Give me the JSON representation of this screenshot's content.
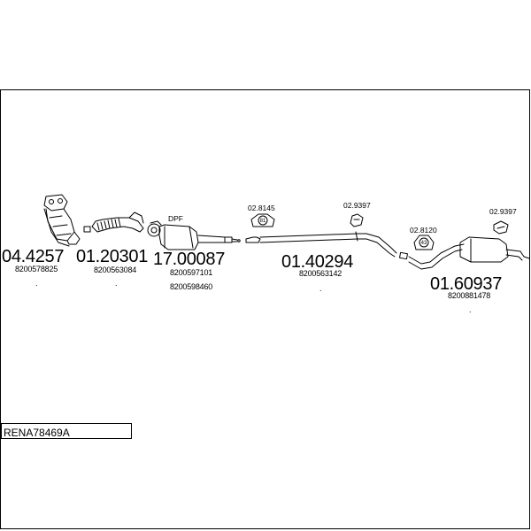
{
  "diagram_id": "RENA78469A",
  "parts": [
    {
      "number": "04.4257",
      "oem": [
        "8200578825"
      ]
    },
    {
      "number": "01.20301",
      "oem": [
        "8200563084"
      ]
    },
    {
      "number": "17.00087",
      "oem": [
        "8200597101",
        "8200598460"
      ],
      "tag": "DPF"
    },
    {
      "number": "01.40294",
      "oem": [
        "8200563142"
      ]
    },
    {
      "number": "01.60937",
      "oem": [
        "8200881478"
      ]
    }
  ],
  "mounts": [
    {
      "code": "02.8145",
      "badge": "81"
    },
    {
      "code": "02.9397"
    },
    {
      "code": "02.8120",
      "badge": "43"
    },
    {
      "code": "02.9397"
    }
  ],
  "separator": "."
}
